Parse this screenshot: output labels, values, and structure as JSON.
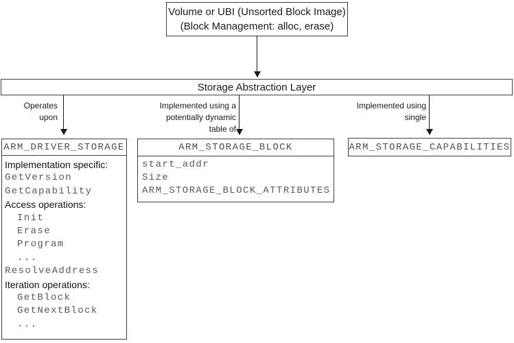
{
  "colors": {
    "background": "#ffffff",
    "border": "#404040",
    "mono_text": "#595959",
    "header_mono_text": "#4f4f4f",
    "label_text": "#1a1a1a",
    "arrow": "#1a1a1a"
  },
  "diagram": {
    "top_box": {
      "line1": "Volume or UBI (Unsorted Block Image)",
      "line2": "(Block Management: alloc, erase)"
    },
    "abstraction_layer": {
      "title": "Storage Abstraction Layer"
    },
    "edges": [
      {
        "target": "ARM_DRIVER_STORAGE",
        "lines": [
          "Operates",
          "upon"
        ]
      },
      {
        "target": "ARM_STORAGE_BLOCK",
        "lines": [
          "Implemented using a",
          "potentially dynamic",
          "table of"
        ]
      },
      {
        "target": "ARM_STORAGE_CAPABILITIES",
        "lines": [
          "Implemented using",
          "single"
        ]
      }
    ],
    "driver_storage": {
      "title": "ARM_DRIVER_STORAGE",
      "rows": [
        {
          "text": "Implementation specific:"
        },
        {
          "text": "GetVersion"
        },
        {
          "text": "GetCapability"
        },
        {
          "text": "Access operations:"
        },
        {
          "text": "Init"
        },
        {
          "text": "Erase"
        },
        {
          "text": "Program"
        },
        {
          "text": "..."
        },
        {
          "text": "ResolveAddress"
        },
        {
          "text": "Iteration operations:"
        },
        {
          "text": "GetBlock"
        },
        {
          "text": "GetNextBlock"
        },
        {
          "text": "..."
        }
      ]
    },
    "storage_block": {
      "title": "ARM_STORAGE_BLOCK",
      "rows": [
        {
          "text": "start_addr"
        },
        {
          "text": "Size"
        },
        {
          "text": "ARM_STORAGE_BLOCK_ATTRIBUTES"
        }
      ]
    },
    "capabilities": {
      "title": "ARM_STORAGE_CAPABILITIES"
    }
  }
}
